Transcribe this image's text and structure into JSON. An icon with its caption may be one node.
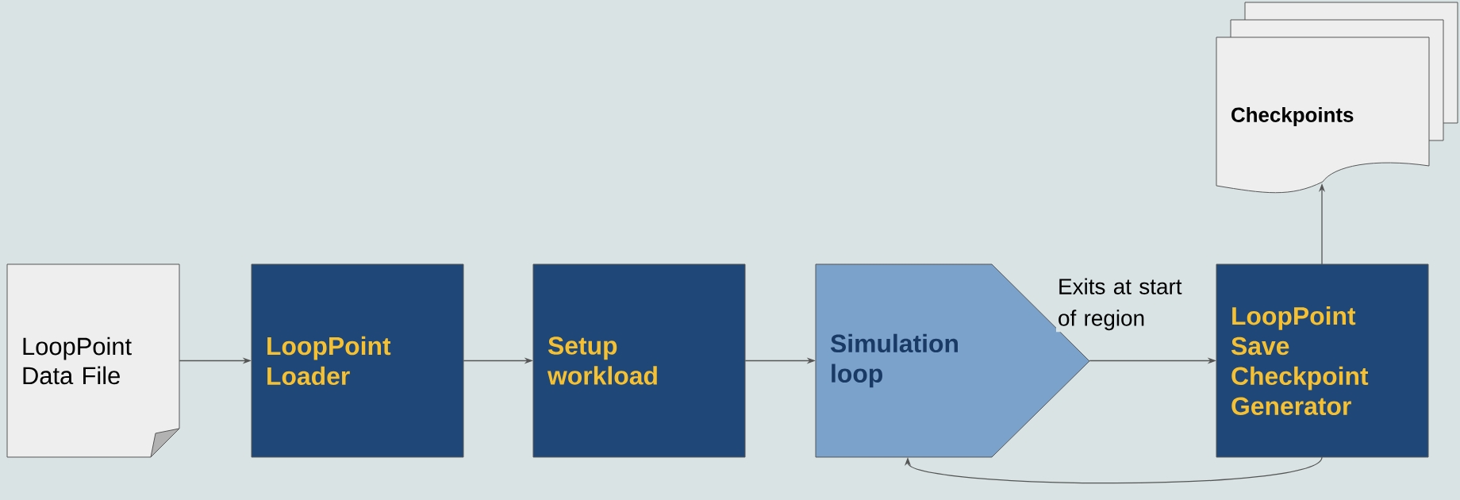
{
  "diagram": {
    "nodes": [
      {
        "text": [
          "LoopPoint Data File"
        ]
      },
      {
        "text": [
          "LoopPoint Loader"
        ]
      },
      {
        "text": [
          "Setup workload"
        ]
      },
      {
        "text": [
          "Simulation loop"
        ]
      },
      {
        "text": [
          "LoopPoint Save Checkpoint Generator"
        ]
      },
      {
        "text": [
          "Checkpoints"
        ]
      }
    ],
    "edges": [
      {
        "from": 0,
        "to": 1,
        "arrow": "to"
      },
      {
        "from": 1,
        "to": 2,
        "arrow": "to"
      },
      {
        "from": 2,
        "to": 3,
        "arrow": "to"
      },
      {
        "from": 3,
        "to": 4,
        "arrow": "to",
        "label": "Exits at start of region"
      },
      {
        "from": 4,
        "to": 5,
        "arrow": "to"
      },
      {
        "from": 4,
        "to": 3,
        "arrow": "to"
      }
    ]
  }
}
